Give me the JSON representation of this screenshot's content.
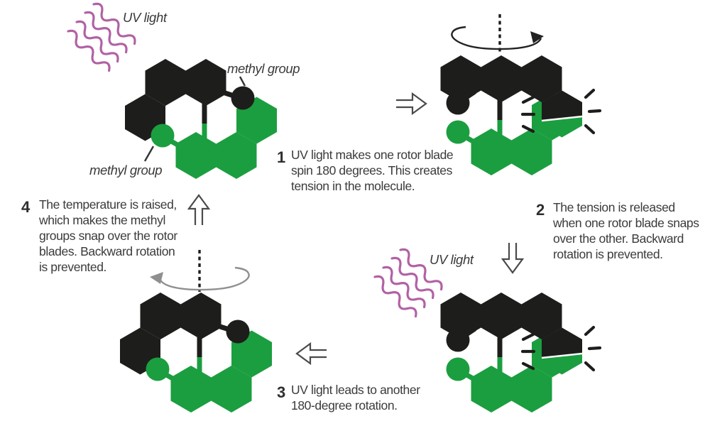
{
  "labels": {
    "uv_light": "UV light",
    "methyl_group": "methyl group"
  },
  "steps": [
    {
      "num": "1",
      "lines": [
        "UV light makes one rotor blade",
        "spin 180 degrees. This creates",
        "tension in the molecule."
      ]
    },
    {
      "num": "2",
      "lines": [
        "The tension is released",
        "when one rotor blade snaps",
        "over the other. Backward",
        "rotation is prevented."
      ]
    },
    {
      "num": "3",
      "lines": [
        "UV light leads to another",
        "180-degree rotation."
      ]
    },
    {
      "num": "4",
      "lines": [
        "The temperature is raised,",
        "which makes the methyl",
        "groups snap over the rotor",
        "blades. Backward rotation",
        "is prevented."
      ]
    }
  ],
  "colors": {
    "rotor_black": "#1d1d1b",
    "stator_green": "#1b9e3f",
    "uv_purple": "#b161a5",
    "rotation_arrow_gray": "#8f8f8f",
    "outline_arrow": "#4a4a4a",
    "text": "#3b3b3b"
  }
}
